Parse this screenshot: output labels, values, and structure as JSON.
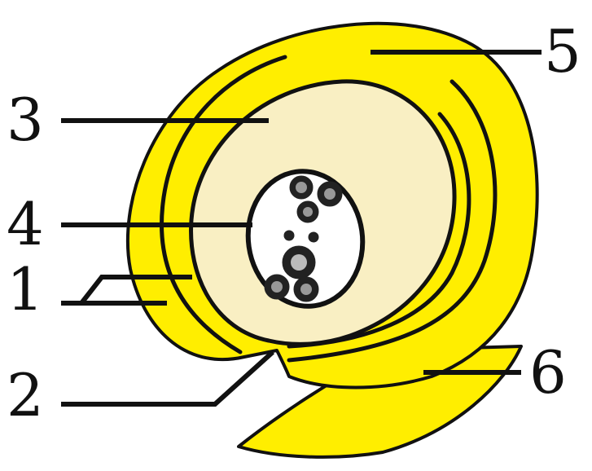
{
  "diagram": {
    "labels": {
      "l1": "1",
      "l2": "2",
      "l3": "3",
      "l4": "4",
      "l5": "5",
      "l6": "6"
    },
    "colors": {
      "integument": "#ffee00",
      "nucellus": "#f9efc3",
      "embryo_sac": "#ffffff",
      "outline": "#111111"
    }
  }
}
